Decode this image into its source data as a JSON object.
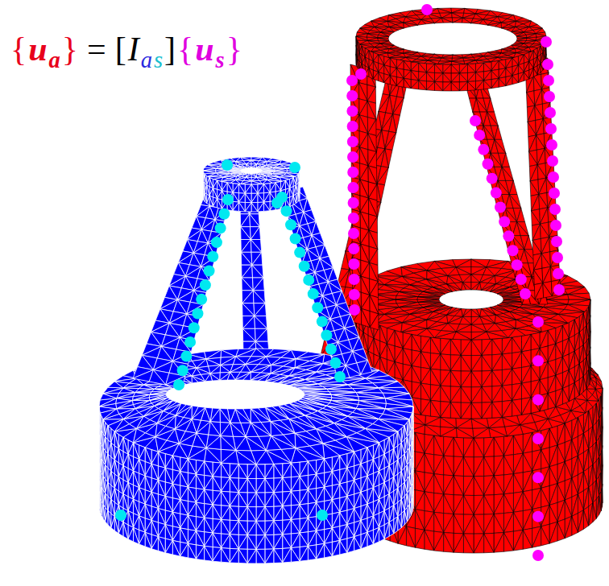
{
  "diagram": {
    "labels": [
      "{",
      "u",
      "a",
      "}",
      "=",
      "[",
      "I",
      "a",
      "s",
      "]",
      "{",
      "u",
      "s",
      "}"
    ]
  }
}
